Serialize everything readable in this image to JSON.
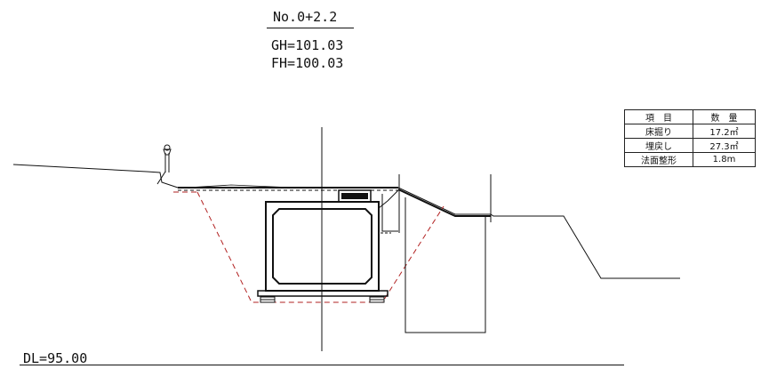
{
  "header": {
    "station": "No.0+2.2",
    "gh": "GH=101.03",
    "fh": "FH=100.03"
  },
  "datum": {
    "label": "DL=95.00"
  },
  "quantity_table": {
    "headers": [
      "項　目",
      "数　量"
    ],
    "rows": [
      {
        "item": "床掘り",
        "qty": "17.2㎡"
      },
      {
        "item": "埋戻し",
        "qty": "27.3㎡"
      },
      {
        "item": "法面整形",
        "qty": "1.8m"
      }
    ]
  },
  "colors": {
    "line": "#111111",
    "excavation": "#b22222"
  }
}
